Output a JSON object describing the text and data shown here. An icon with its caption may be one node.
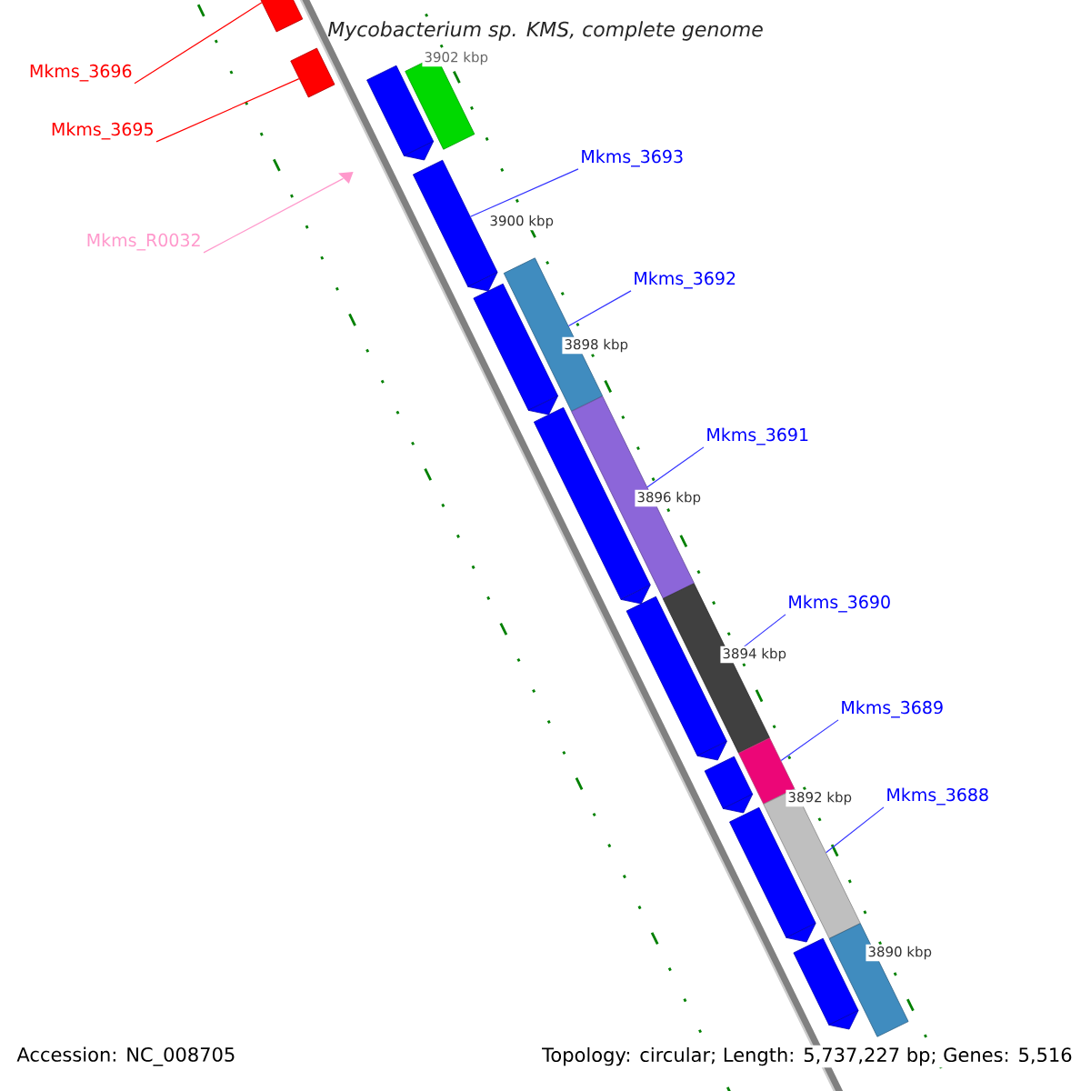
{
  "diagram": {
    "title": "Mycobacterium sp. KMS, complete genome",
    "nodes": [
      {
        "text": [
          "Mkms_3696"
        ]
      },
      {
        "text": [
          "Mkms_3695"
        ]
      },
      {
        "text": [
          "Mkms_R0032"
        ]
      },
      {
        "text": [
          "Mkms_3693"
        ]
      },
      {
        "text": [
          "Mkms_3692"
        ]
      },
      {
        "text": [
          "Mkms_3691"
        ]
      },
      {
        "text": [
          "Mkms_3690"
        ]
      },
      {
        "text": [
          "Mkms_3689"
        ]
      },
      {
        "text": [
          "Mkms_3688"
        ]
      },
      {
        "text": [],
        "shape": "box"
      },
      {
        "text": [],
        "shape": "box"
      },
      {
        "text": [],
        "shape": "box"
      },
      {
        "text": [],
        "shape": "pentagon"
      },
      {
        "text": [],
        "shape": "pentagon"
      },
      {
        "text": [],
        "shape": "triangle"
      },
      {
        "text": [],
        "shape": "box"
      },
      {
        "text": [],
        "shape": "pentagon"
      },
      {
        "text": [],
        "shape": "box"
      },
      {
        "text": [],
        "shape": "pentagon"
      },
      {
        "text": [],
        "shape": "box"
      },
      {
        "text": [],
        "shape": "pentagon"
      },
      {
        "text": [],
        "shape": "box"
      },
      {
        "text": [],
        "shape": "pentagon"
      },
      {
        "text": [],
        "shape": "box"
      },
      {
        "text": [],
        "shape": "pentagon"
      },
      {
        "text": [],
        "shape": "box"
      },
      {
        "text": [],
        "shape": "pentagon"
      }
    ],
    "edges": [
      {
        "from": 0,
        "to": 9,
        "arrow": "none",
        "color": "#ff0000"
      },
      {
        "from": 1,
        "to": 10,
        "arrow": "none",
        "color": "#ff0000"
      },
      {
        "from": 2,
        "to": 14,
        "arrow": "none",
        "color": "#ff99cc"
      },
      {
        "from": 3,
        "to": 13,
        "arrow": "none"
      },
      {
        "from": 4,
        "to": 15,
        "arrow": "none"
      },
      {
        "from": 5,
        "to": 17,
        "arrow": "none"
      },
      {
        "from": 6,
        "to": 19,
        "arrow": "none"
      },
      {
        "from": 7,
        "to": 21,
        "arrow": "none"
      },
      {
        "from": 8,
        "to": 23,
        "arrow": "none"
      }
    ],
    "labels": [
      "3902 kbp",
      "3900 kbp",
      "3898 kbp",
      "3896 kbp",
      "3894 kbp",
      "3892 kbp",
      "3890 kbp",
      "Accession: NC_008705",
      "Topology: circular; Length: 5,737,227 bp; Genes: 5,516"
    ]
  }
}
